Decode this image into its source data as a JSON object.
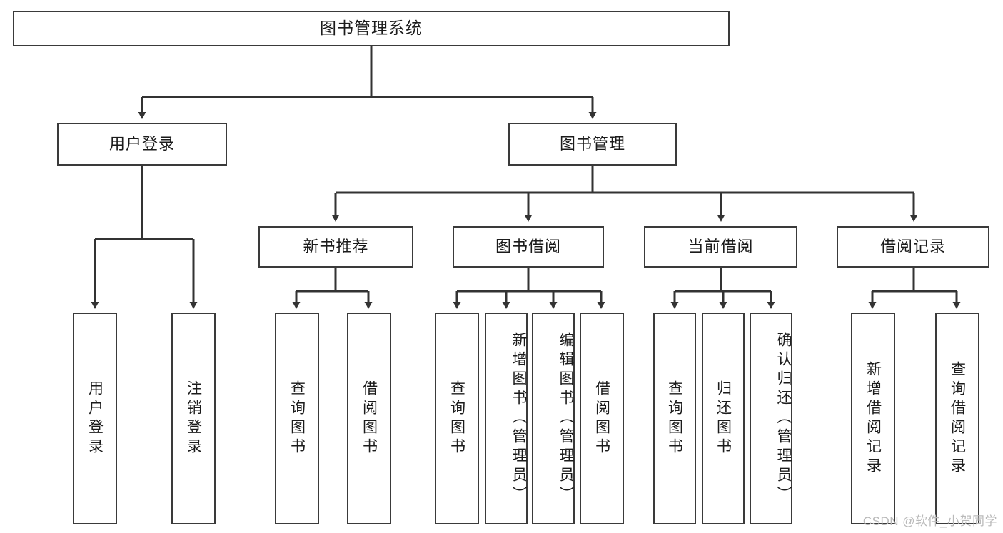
{
  "diagram": {
    "title": "图书管理系统",
    "type": "hierarchy-tree",
    "levels": 4,
    "root": {
      "label": "图书管理系统"
    },
    "level2": [
      {
        "label": "用户登录"
      },
      {
        "label": "图书管理"
      }
    ],
    "level3": [
      {
        "label": "新书推荐"
      },
      {
        "label": "图书借阅"
      },
      {
        "label": "当前借阅"
      },
      {
        "label": "借阅记录"
      }
    ],
    "leaves": {
      "user_login": [
        {
          "label": "用户登录"
        },
        {
          "label": "注销登录"
        }
      ],
      "new_book": [
        {
          "label": "查询图书"
        },
        {
          "label": "借阅图书"
        }
      ],
      "book_borrow": [
        {
          "label": "查询图书"
        },
        {
          "label": "新增图书（管理员）"
        },
        {
          "label": "编辑图书（管理员）"
        },
        {
          "label": "借阅图书"
        }
      ],
      "current_borrow": [
        {
          "label": "查询图书"
        },
        {
          "label": "归还图书"
        },
        {
          "label": "确认归还（管理员）"
        }
      ],
      "borrow_record": [
        {
          "label": "新增借阅记录"
        },
        {
          "label": "查询借阅记录"
        }
      ]
    }
  },
  "watermark": {
    "text": "CSDN @软件_小贺同学"
  },
  "colors": {
    "border": "#3a3a3a",
    "text": "#1b1b1b",
    "background": "#ffffff",
    "watermark": "#b9b9b9"
  }
}
